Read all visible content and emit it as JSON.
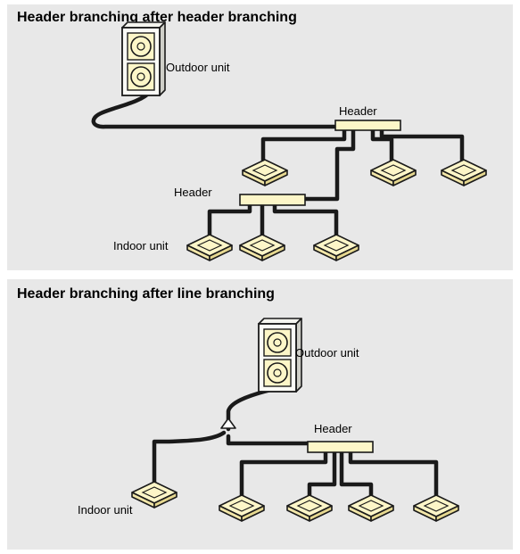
{
  "sections": [
    {
      "title": "Header branching after header branching",
      "labels": {
        "outdoor_unit": "Outdoor unit",
        "header_upper": "Header",
        "header_lower": "Header",
        "indoor_unit": "Indoor unit"
      }
    },
    {
      "title": "Header branching after line branching",
      "labels": {
        "outdoor_unit": "Outdoor unit",
        "header": "Header",
        "indoor_unit": "Indoor unit"
      }
    }
  ],
  "colors": {
    "panel_background": "#e8e8e8",
    "pipe": "#1a1a1a",
    "header_fill": "#fdf6c8",
    "unit_fill": "#fdf6c8"
  }
}
